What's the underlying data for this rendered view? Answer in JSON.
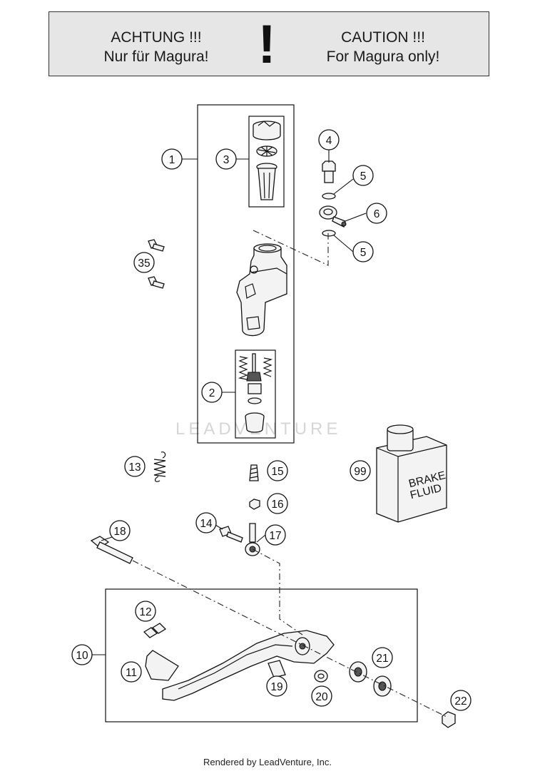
{
  "warning": {
    "de_line1": "ACHTUNG !!!",
    "de_line2": "Nur für Magura!",
    "symbol": "!",
    "en_line1": "CAUTION !!!",
    "en_line2": "For Magura only!"
  },
  "callouts": {
    "c1": "1",
    "c2": "2",
    "c3": "3",
    "c4": "4",
    "c5a": "5",
    "c5b": "5",
    "c6": "6",
    "c10": "10",
    "c11": "11",
    "c12": "12",
    "c13": "13",
    "c14": "14",
    "c15": "15",
    "c16": "16",
    "c17": "17",
    "c18": "18",
    "c19": "19",
    "c20": "20",
    "c21": "21",
    "c22": "22",
    "c35": "35",
    "c99": "99"
  },
  "fluid_label_line1": "BRAKE",
  "fluid_label_line2": "FLUID",
  "watermark": "LEADVENTURE",
  "footer": "Rendered by LeadVenture, Inc."
}
